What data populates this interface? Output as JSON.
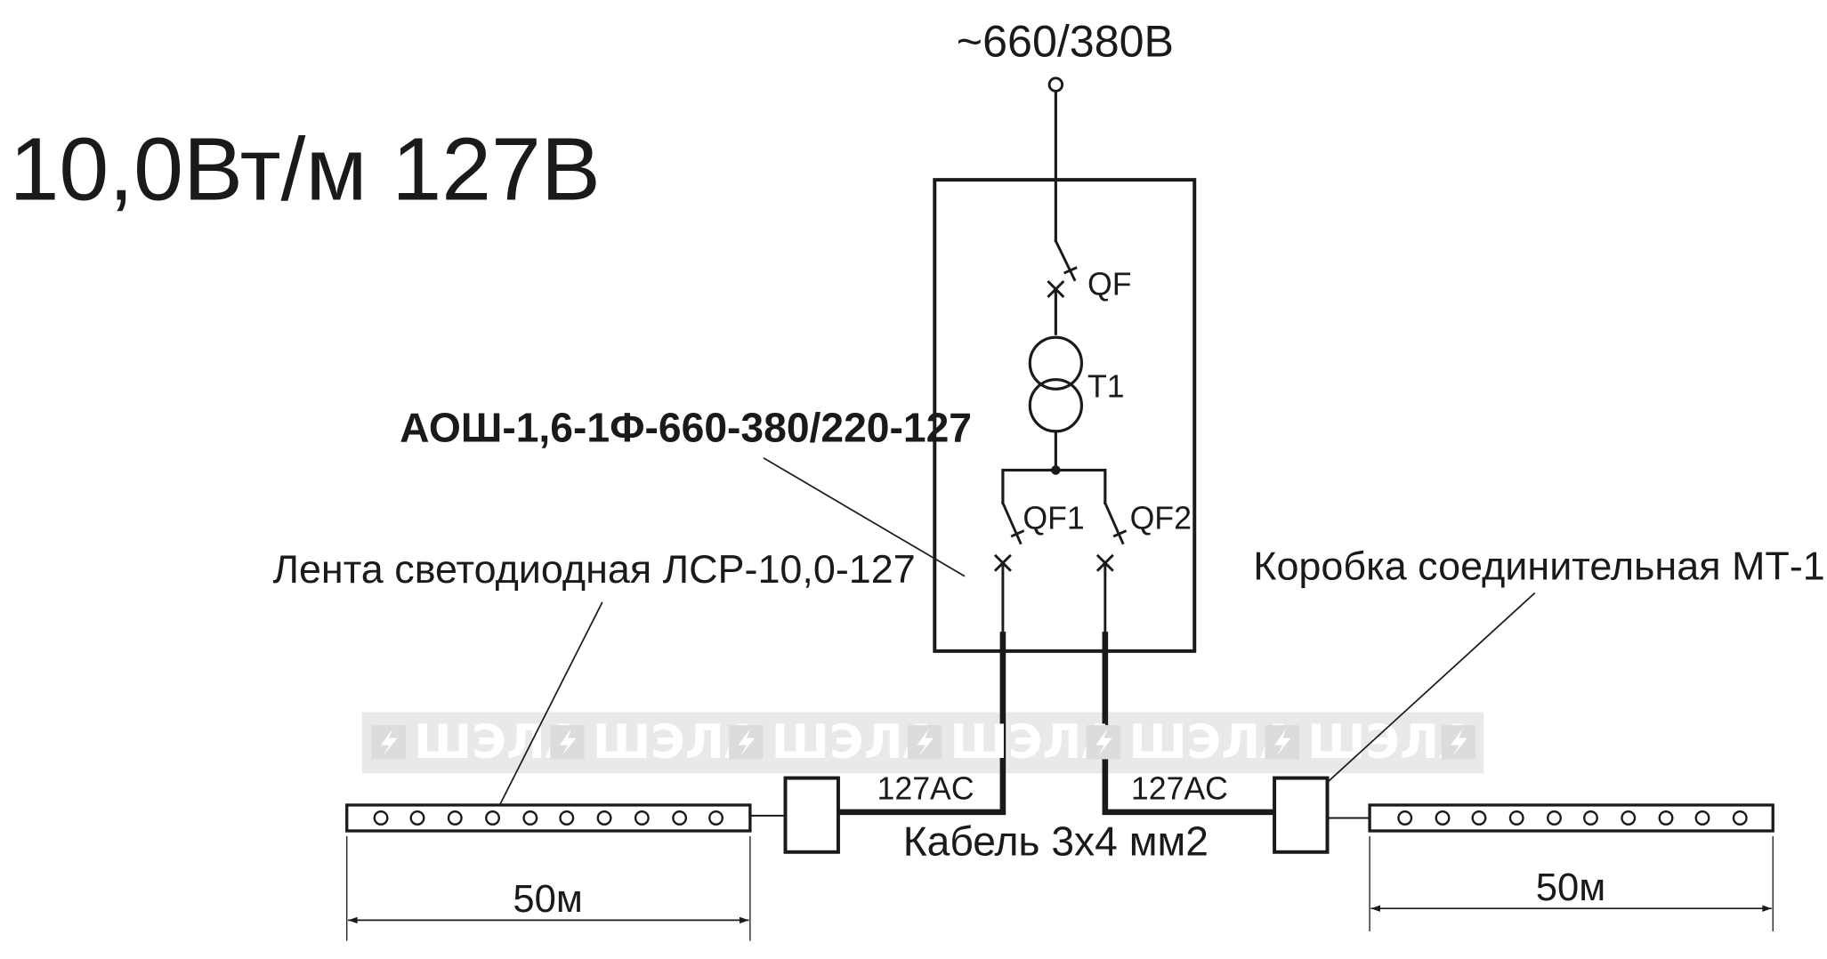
{
  "colors": {
    "title": "#178a80",
    "ink": "#1a1a1a",
    "watermark_band": "#e9e9e9",
    "watermark_mark": "#dcdcdc"
  },
  "title": "10,0Вт/м 127В",
  "supply": {
    "voltage": "~660/380В"
  },
  "device": {
    "model": "АОШ-1,6-1Ф-660-380/220-127",
    "breaker_main": "QF",
    "transformer": "T1",
    "breaker_left": "QF1",
    "breaker_right": "QF2"
  },
  "strip_label": "Лента светодиодная ЛСР-10,0-127",
  "junction_box_label": "Коробка соединительная МТ-1",
  "cable": {
    "left_voltage": "127AC",
    "right_voltage": "127AC",
    "spec": "Кабель 3х4 мм2"
  },
  "dimensions": {
    "left_length": "50м",
    "right_length": "50м"
  },
  "watermark": {
    "text": "ШЭЛА",
    "icon": "lightning-logo-icon"
  }
}
